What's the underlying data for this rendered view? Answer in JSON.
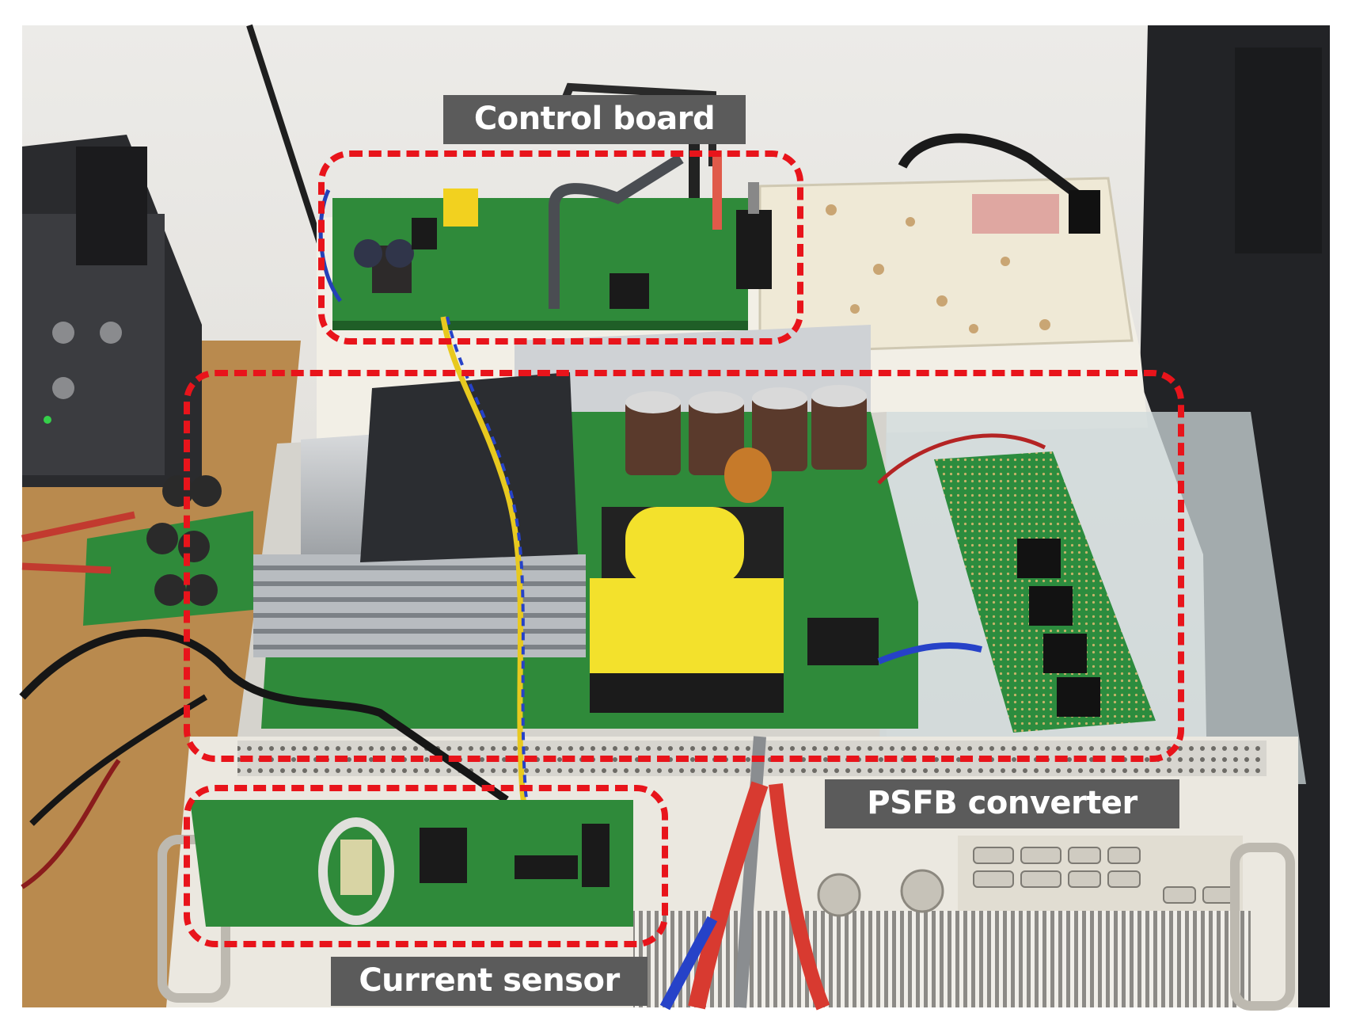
{
  "annotations": {
    "control_board": "Control board",
    "psfb_converter": "PSFB converter",
    "current_sensor": "Current sensor"
  },
  "colors": {
    "highlight_outline": "#e8141b",
    "label_background": "#5b5b5b",
    "label_text": "#ffffff",
    "pcb_green": "#2f8a3a",
    "wall": "#e6e4e0"
  }
}
